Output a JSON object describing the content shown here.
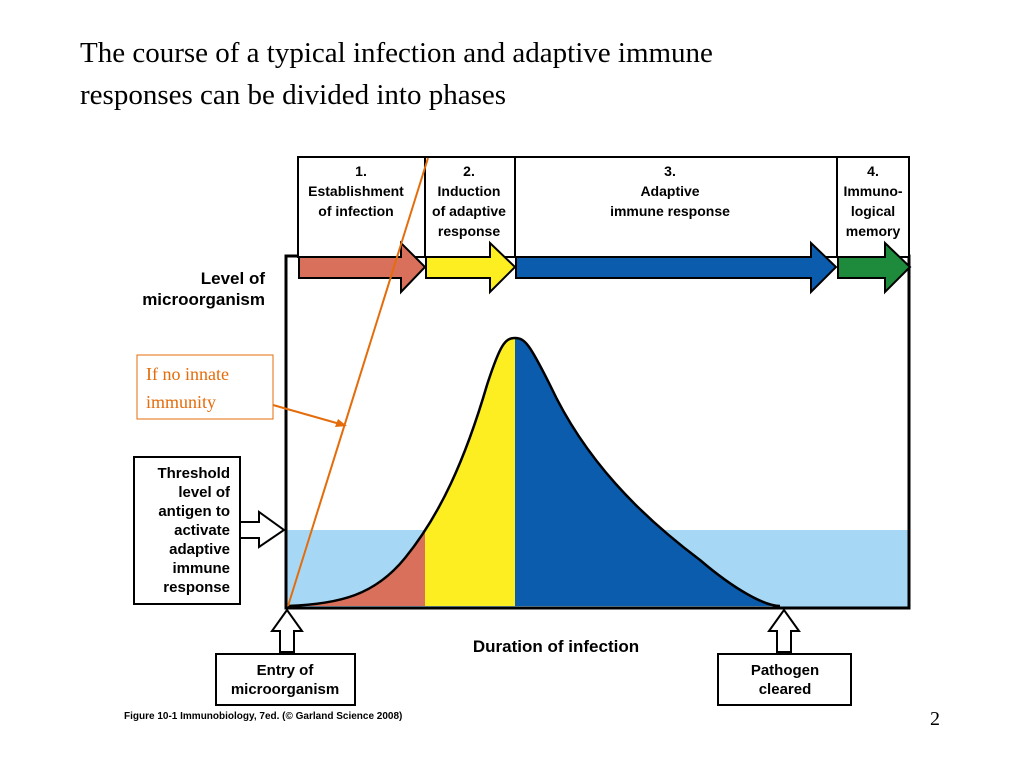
{
  "slide": {
    "title_line1": "The course of a typical infection and adaptive immune",
    "title_line2": "responses can be divided into phases",
    "page_number": "2"
  },
  "figure": {
    "phases": [
      {
        "number": "1.",
        "lines": [
          "Establishment",
          "of infection"
        ]
      },
      {
        "number": "2.",
        "lines": [
          "Induction",
          "of adaptive",
          "response"
        ]
      },
      {
        "number": "3.",
        "lines": [
          "Adaptive",
          "immune response"
        ]
      },
      {
        "number": "4.",
        "lines": [
          "Immuno-",
          "logical",
          "memory"
        ]
      }
    ],
    "y_label_lines": [
      "Level of",
      "microorganism"
    ],
    "threshold_lines": [
      "Threshold",
      "level of",
      "antigen to",
      "activate",
      "adaptive",
      "immune",
      "response"
    ],
    "x_label": "Duration of infection",
    "entry_lines": [
      "Entry of",
      "microorganism"
    ],
    "cleared_lines": [
      "Pathogen",
      "cleared"
    ],
    "annotation_lines": [
      "If no innate",
      "immunity"
    ],
    "caption": "Figure 10-1  Immunobiology, 7ed. (© Garland Science 2008)"
  },
  "colors": {
    "phase1": "#d9705b",
    "phase2": "#fcee21",
    "phase3": "#0b5cad",
    "phase4": "#1e8a3c",
    "threshold_band": "#a6d8f5",
    "annotation": "#e46c0a"
  }
}
